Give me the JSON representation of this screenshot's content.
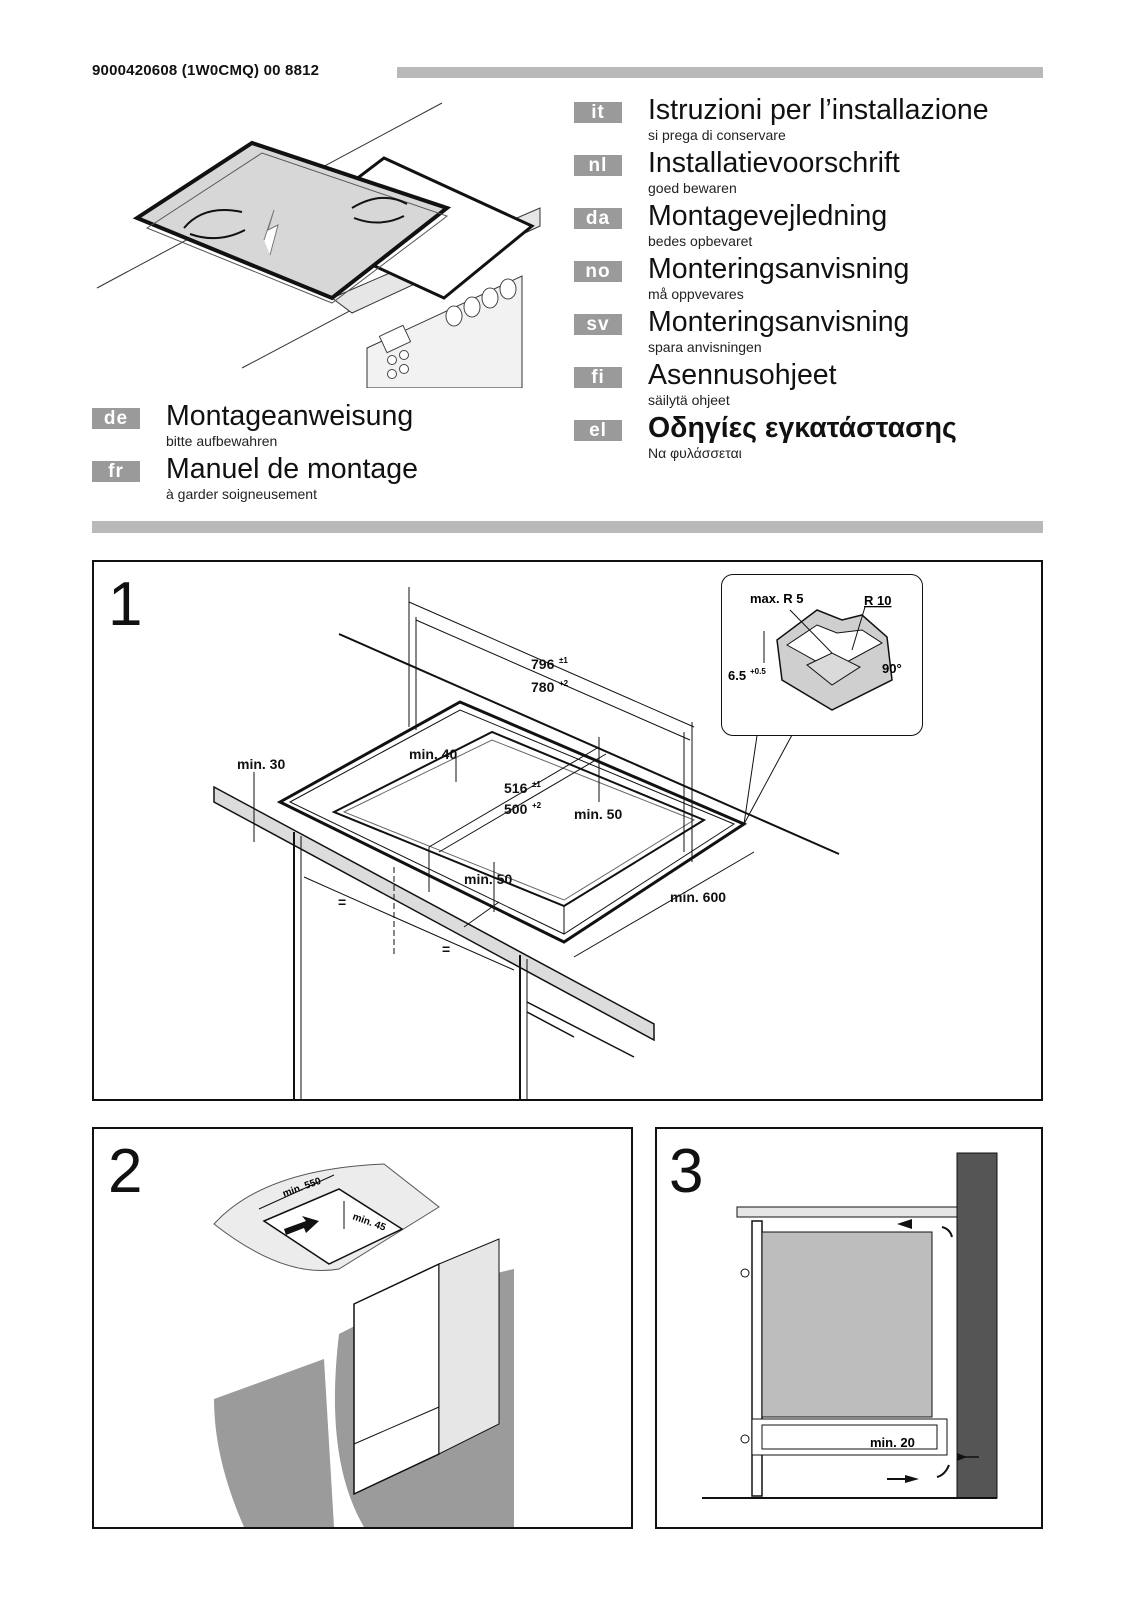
{
  "header": {
    "doc_code": "9000420608 (1W0CMQ) 00 8812"
  },
  "languages_left": [
    {
      "code": "de",
      "title": "Montageanweisung",
      "subtitle": "bitte aufbewahren"
    },
    {
      "code": "fr",
      "title": "Manuel de montage",
      "subtitle": "à garder soigneusement"
    }
  ],
  "languages_right": [
    {
      "code": "it",
      "title": "Istruzioni per l’installazione",
      "subtitle": "si prega di conservare"
    },
    {
      "code": "nl",
      "title": "Installatievoorschrift",
      "subtitle": "goed bewaren"
    },
    {
      "code": "da",
      "title": "Montagevejledning",
      "subtitle": "bedes opbevaret"
    },
    {
      "code": "no",
      "title": "Monteringsanvisning",
      "subtitle": "må oppvevares"
    },
    {
      "code": "sv",
      "title": "Monteringsanvisning",
      "subtitle": "spara anvisningen"
    },
    {
      "code": "fi",
      "title": "Asennusohjeet",
      "subtitle": "säilytä ohjeet"
    },
    {
      "code": "el",
      "title": "Οδηγίες εγκατάστασης",
      "subtitle": "Να φυλάσσεται"
    }
  ],
  "figure1": {
    "number": "1",
    "dims": {
      "width_outer": "796",
      "width_outer_tol": "±1",
      "width_inner": "780",
      "width_inner_tol": "+2",
      "depth_outer": "516",
      "depth_outer_tol": "±1",
      "depth_inner": "500",
      "depth_inner_tol": "+2",
      "min30": "min. 30",
      "min40": "min. 40",
      "min50_right": "min. 50",
      "min50_front": "min. 50",
      "min600": "min. 600",
      "equal": "="
    },
    "detail": {
      "max_r": "max. R 5",
      "r10": "R 10",
      "thick": "6.5",
      "thick_tol": "+0.5",
      "angle": "90°"
    }
  },
  "figure2": {
    "number": "2",
    "min550": "min. 550",
    "min45": "min. 45"
  },
  "figure3": {
    "number": "3",
    "min20": "min. 20"
  }
}
